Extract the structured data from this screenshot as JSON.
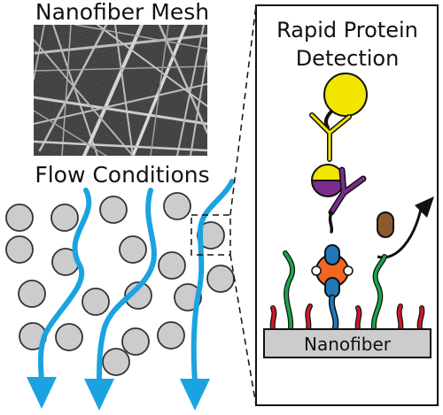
{
  "left_panel": {
    "mesh_title": "Nanofiber Mesh",
    "flow_title": "Flow Conditions"
  },
  "right_panel": {
    "title_line1": "Rapid Protein",
    "title_line2": "Detection",
    "substrate_label": "Nanofiber"
  },
  "colors": {
    "flow_arrow": "#1aa3e0",
    "particle_fill": "#cccccc",
    "secondary_antibody": "#f2e500",
    "primary_antibody": "#7b2d8e",
    "target_protein": "#f26522",
    "capture_linker": "#1f79b9",
    "blocking_green": "#1aa54a",
    "blocking_red": "#d0182b",
    "unbound_protein": "#8b5a2b"
  }
}
